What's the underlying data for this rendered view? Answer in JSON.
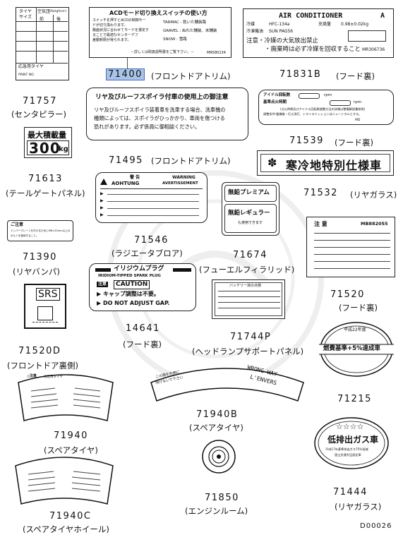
{
  "diagram_code": "D00026",
  "parts": [
    {
      "number": "71757",
      "caption": "(センタピラー)"
    },
    {
      "number": "71400",
      "caption": "(フロントドアトリム)"
    },
    {
      "number": "71831B",
      "caption": "(フード裏)"
    },
    {
      "number": "71495",
      "caption": "(フロントドアトリム)"
    },
    {
      "number": "71539",
      "caption": "(フード裏)"
    },
    {
      "number": "71613",
      "caption": "(テールゲートパネル)"
    },
    {
      "number": "71532",
      "caption": "(リヤガラス)"
    },
    {
      "number": "71546",
      "caption": "(ラジエータブロア)"
    },
    {
      "number": "71674",
      "caption": "(フューエルフィラリッド)"
    },
    {
      "number": "71390",
      "caption": "(リヤバンパ)"
    },
    {
      "number": "71520",
      "caption": "(フード裏)"
    },
    {
      "number": "14641",
      "caption": "(フード裏)"
    },
    {
      "number": "71744P",
      "caption": "(ヘッドランプサポートパネル)"
    },
    {
      "number": "71520D",
      "caption": "(フロントドア裏側)"
    },
    {
      "number": "71215",
      "caption": ""
    },
    {
      "number": "71940B",
      "caption": "(スペアタイヤ)"
    },
    {
      "number": "71940",
      "caption": "(スペアタイヤ)"
    },
    {
      "number": "71850",
      "caption": "(エンジンルーム)"
    },
    {
      "number": "71444",
      "caption": "(リヤガラス)"
    },
    {
      "number": "71940C",
      "caption": "(スペアタイヤホイール)"
    }
  ],
  "labels": {
    "tire": {
      "h1": "タイヤ",
      "h2": "サイズ",
      "h3": "空気圧",
      "h4": "kPa(kgf/cm²)",
      "row1": "前",
      "row2": "後",
      "foot": "応急用タイヤ",
      "foot2": "PRINT NO."
    },
    "acd": {
      "title": "ACDモード切り換えスイッチの使い方",
      "l1": "スイッチを押すとACDの制御モー",
      "l2": "ドが切り換わります。",
      "l3": "路面状況に合わせてモードを選定す",
      "l4": "ることで最適なセンターデフ",
      "l5": "差動制限が得られます。",
      "m1": "TARMAC : 乾いた舗装路",
      "m2": "GRAVEL : ぬれた舗装、未舗装",
      "m3": "SNOW   : 雪路",
      "foot": "－詳しくは取扱説明書をご覧下さい。－",
      "code": "MR580134"
    },
    "ac": {
      "title": "AIR CONDITIONER",
      "tag": "A",
      "l1a": "冷媒",
      "l1b": "HFC-134a",
      "l1c": "充填量",
      "l1d": "0.98±0.02kg",
      "l2a": "冷凍機油",
      "l2b": "SUN PAG56",
      "l3": "注意・冷媒の大気放出禁止",
      "l4": "・廃棄時は必ず冷媒を回収すること",
      "code": "MR306736"
    },
    "spoiler": {
      "title": "リヤ及びルーフスポイラ付車の使用上の御注意",
      "l1": "リヤ及びルーフスポイラ装着車を洗車する場合、洗車機の",
      "l2": "種類によっては、スポイラがひっかかり、車両を傷つける",
      "l3": "恐れがあります。必ず係員に御相談ください。"
    },
    "idle": {
      "l1": "アイドル回転数",
      "u1": "rpm",
      "l2": "基準点火時期",
      "u2": "rpm",
      "l3": "(点火時期及びアイドル回転数調整方法の詳細は整備解説書参照)",
      "l4": "調整条件:暖機後・灯火消灯、トランスミッションはニュートラルとする。",
      "l5": "MD"
    },
    "max_load": {
      "title": "最大積載量",
      "value": "300",
      "unit": "kg"
    },
    "cold": {
      "text": "寒冷地特別仕様車"
    },
    "warning": {
      "w1": "警 告",
      "w2": "WARNING",
      "w3": "AOHTUNG",
      "w4": "AVERTISSEMENT"
    },
    "fuel": {
      "t1": "無鉛プレミアム",
      "t2": "無鉛レギュラー",
      "t3": "も使用できます"
    },
    "caution_small": {
      "title": "ご注意",
      "l1": "ナンバープレートを付けるためにM6×22mm以上の",
      "l2": "ボルトを使用すること。"
    },
    "notice": {
      "title": "注 意",
      "code": "MB882055"
    },
    "plug": {
      "l1": "イリジウムプラグ",
      "l2": "IRIDIUM-TIPPED SPARK PLUG",
      "l3": "注意",
      "l4": "CAUTION",
      "l5": "▶ キャップ調整は不要。",
      "l6": "▶ DO NOT ADJUST GAP."
    },
    "battery": {
      "title": "バッテリー液の点検"
    },
    "srs": {
      "text": "SRS"
    },
    "fuel_std": {
      "top": "平成22年度",
      "main": "燃費基準+5%達成車"
    },
    "spare_tire": {
      "l1": "WRONG WAY",
      "l2": "L'ENVERS",
      "l3": "この面を外側に",
      "l4": "向けないで下さい"
    },
    "tire_caution": {
      "title": "△注意",
      "sub": "応急用タイヤ"
    },
    "low_emission": {
      "stars": "☆☆☆☆",
      "main": "低排出ガス車",
      "l1": "平成17年基準排出ガス75%低減",
      "l2": "国土交通大臣認定車"
    }
  }
}
